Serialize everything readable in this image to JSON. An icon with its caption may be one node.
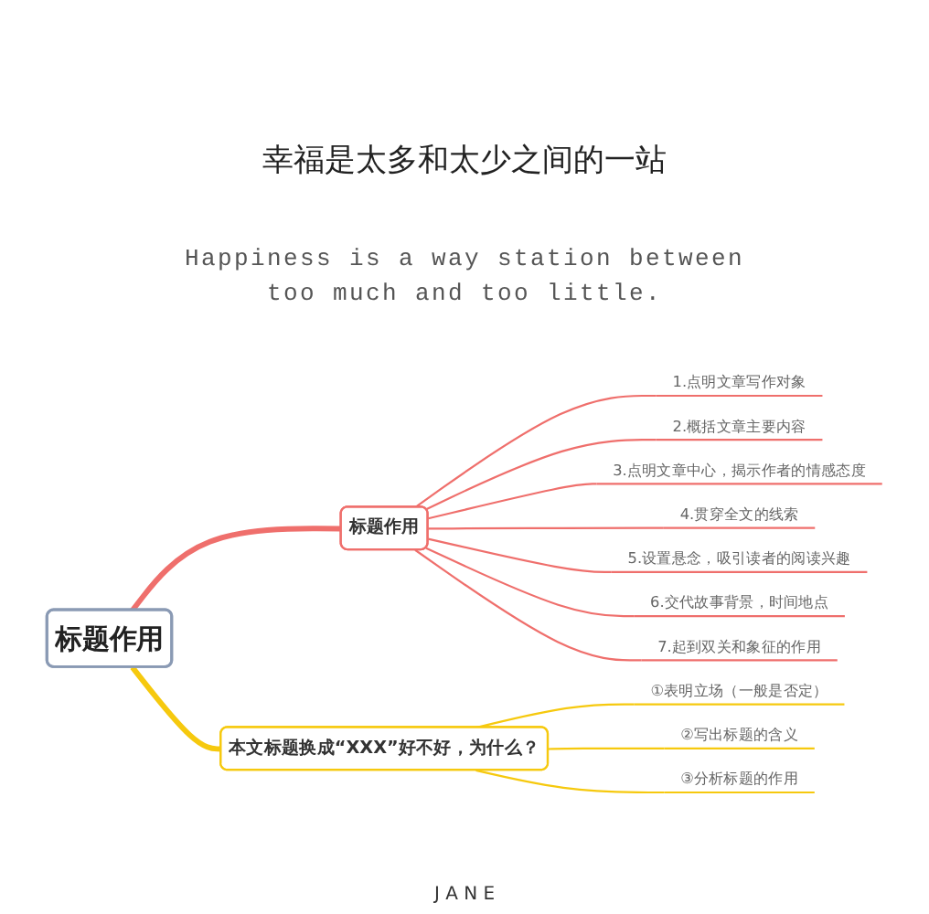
{
  "diagram": {
    "title": "幸福是太多和太少之间的一站",
    "nodes": [
      {
        "text": [
          "标题作用"
        ]
      },
      {
        "text": [
          "标题作用"
        ]
      },
      {
        "text": [
          "1.点明文章写作对象"
        ]
      },
      {
        "text": [
          "2.概括文章主要内容"
        ]
      },
      {
        "text": [
          "3.点明文章中心，揭示作者的情感态度"
        ]
      },
      {
        "text": [
          "4.贯穿全文的线索"
        ]
      },
      {
        "text": [
          "5.设置悬念，吸引读者的阅读兴趣"
        ]
      },
      {
        "text": [
          "6.交代故事背景，时间地点"
        ]
      },
      {
        "text": [
          "7.起到双关和象征的作用"
        ]
      },
      {
        "text": [
          "本文标题换成“XXX”好不好，为什么？"
        ]
      },
      {
        "text": [
          "①表明立场（一般是否定）"
        ]
      },
      {
        "text": [
          "②写出标题的含义"
        ]
      },
      {
        "text": [
          "③分析标题的作用"
        ]
      }
    ],
    "edges": [
      {
        "from": 0,
        "to": 1,
        "arrow": "none",
        "style": "thick"
      },
      {
        "from": 1,
        "to": 2,
        "arrow": "none"
      },
      {
        "from": 1,
        "to": 3,
        "arrow": "none"
      },
      {
        "from": 1,
        "to": 4,
        "arrow": "none"
      },
      {
        "from": 1,
        "to": 5,
        "arrow": "none"
      },
      {
        "from": 1,
        "to": 6,
        "arrow": "none"
      },
      {
        "from": 1,
        "to": 7,
        "arrow": "none"
      },
      {
        "from": 1,
        "to": 8,
        "arrow": "none"
      },
      {
        "from": 0,
        "to": 9,
        "arrow": "none",
        "style": "thick",
        "color": "#f6c90e"
      },
      {
        "from": 9,
        "to": 10,
        "arrow": "none",
        "color": "#f6c90e"
      },
      {
        "from": 9,
        "to": 11,
        "arrow": "none",
        "color": "#f6c90e"
      },
      {
        "from": 9,
        "to": 12,
        "arrow": "none",
        "color": "#f6c90e"
      }
    ],
    "labels": [
      "Happiness is a way station between too much and too little.",
      "J A N E"
    ]
  }
}
